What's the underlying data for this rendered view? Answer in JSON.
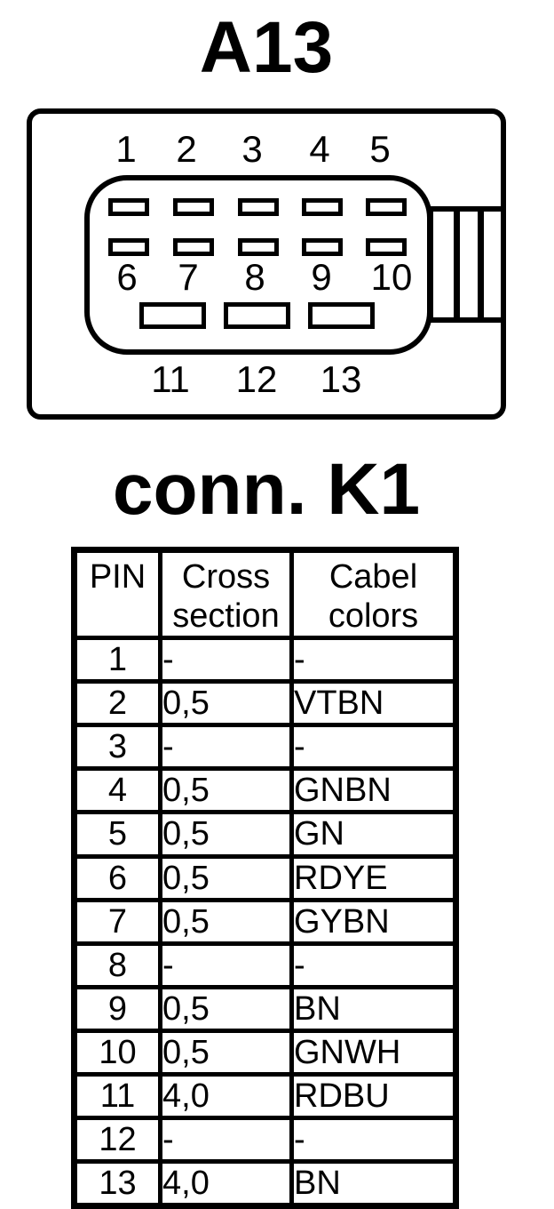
{
  "title": "A13",
  "connector_label": "conn. K1",
  "connector": {
    "top_row_pins": [
      "1",
      "2",
      "3",
      "4",
      "5"
    ],
    "middle_row_pins": [
      "6",
      "7",
      "8",
      "9",
      "10"
    ],
    "bottom_row_pins": [
      "11",
      "12",
      "13"
    ]
  },
  "pin_table": {
    "headers": {
      "pin": "PIN",
      "cross_section": "Cross section",
      "cable_colors": "Cabel colors"
    },
    "rows": [
      {
        "pin": "1",
        "cross_section": "-",
        "cable_color": "-"
      },
      {
        "pin": "2",
        "cross_section": "0,5",
        "cable_color": "VTBN"
      },
      {
        "pin": "3",
        "cross_section": "-",
        "cable_color": "-"
      },
      {
        "pin": "4",
        "cross_section": "0,5",
        "cable_color": "GNBN"
      },
      {
        "pin": "5",
        "cross_section": "0,5",
        "cable_color": "GN"
      },
      {
        "pin": "6",
        "cross_section": "0,5",
        "cable_color": "RDYE"
      },
      {
        "pin": "7",
        "cross_section": "0,5",
        "cable_color": "GYBN"
      },
      {
        "pin": "8",
        "cross_section": "-",
        "cable_color": "-"
      },
      {
        "pin": "9",
        "cross_section": "0,5",
        "cable_color": "BN"
      },
      {
        "pin": "10",
        "cross_section": "0,5",
        "cable_color": "GNWH"
      },
      {
        "pin": "11",
        "cross_section": "4,0",
        "cable_color": "RDBU"
      },
      {
        "pin": "12",
        "cross_section": "-",
        "cable_color": "-"
      },
      {
        "pin": "13",
        "cross_section": "4,0",
        "cable_color": "BN"
      }
    ]
  },
  "colors": {
    "ink": "#000000",
    "background": "#ffffff"
  }
}
